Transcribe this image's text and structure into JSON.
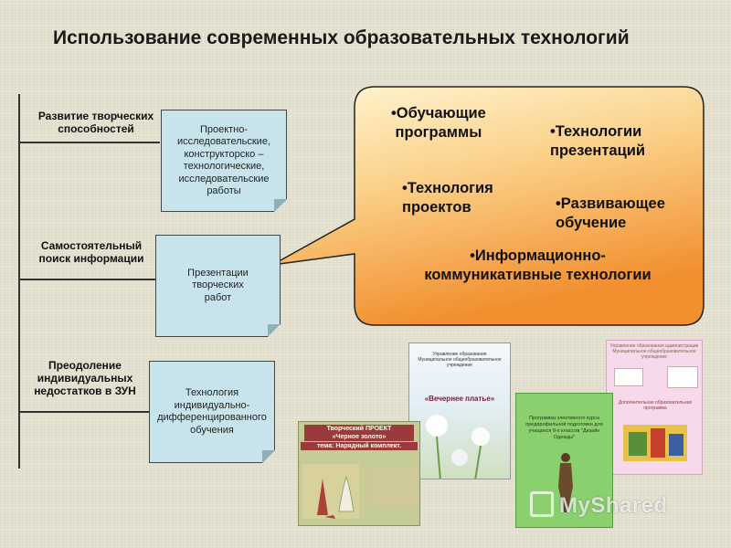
{
  "title": "Использование современных образовательных технологий",
  "rows": [
    {
      "label": "Развитие творческих\nспособностей",
      "note": "Проектно-\nисследовательские,\nконструкторско –\nтехнологические,\nисследовательские\nработы"
    },
    {
      "label": "Самостоятельный\nпоиск информации",
      "note": "Презентации\nтворческих\nработ"
    },
    {
      "label": "Преодоление\nиндивидуальных\nнедостатков в ЗУН",
      "note": "Технология\nиндивидуально-\nдифференцированного\nобучения"
    }
  ],
  "bubble_items": [
    "•Обучающие\nпрограммы",
    "•Технологии\nпрезентаций",
    "•Технология\nпроектов",
    "•Развивающее\nобучение",
    "•Информационно-\nкоммуникативные технологии"
  ],
  "thumbnails": {
    "gold": {
      "line1": "Творческий ПРОЕКТ",
      "line2": "«Черное золото»",
      "line3": "тема: Нарядный комплект."
    },
    "dress": {
      "heading": "«Вечернее платье»"
    },
    "green": {
      "text": "Программа элективного курса предпрофильной подготовки для учащихся 9-х классов \"Дизайн Одежды\""
    }
  },
  "watermark": "MyShared",
  "colors": {
    "note_bg": "#c7e4ec",
    "bubble_top": "#fff6cf",
    "bubble_bottom": "#f39a3a"
  }
}
